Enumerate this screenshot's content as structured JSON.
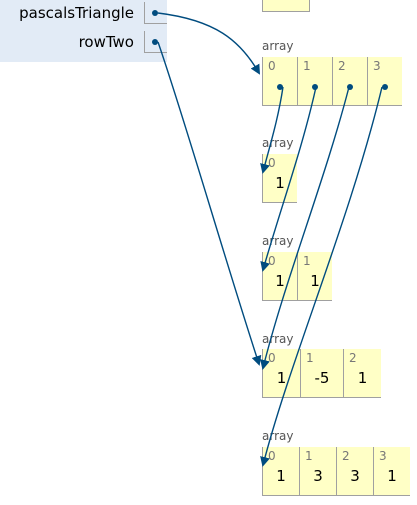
{
  "frame": {
    "variables": [
      {
        "name": "pascalsTriangle"
      },
      {
        "name": "rowTwo"
      }
    ]
  },
  "arrays": [
    {
      "caption": "array",
      "cells": [
        {
          "index": "0",
          "pointer": true
        },
        {
          "index": "1",
          "pointer": true
        },
        {
          "index": "2",
          "pointer": true
        },
        {
          "index": "3",
          "pointer": true
        }
      ]
    },
    {
      "caption": "array",
      "cells": [
        {
          "index": "0",
          "value": "1"
        }
      ]
    },
    {
      "caption": "array",
      "cells": [
        {
          "index": "0",
          "value": "1"
        },
        {
          "index": "1",
          "value": "1"
        }
      ]
    },
    {
      "caption": "array",
      "cells": [
        {
          "index": "0",
          "value": "1"
        },
        {
          "index": "1",
          "value": "-5"
        },
        {
          "index": "2",
          "value": "1"
        }
      ]
    },
    {
      "caption": "array",
      "cells": [
        {
          "index": "0",
          "value": "1"
        },
        {
          "index": "1",
          "value": "3"
        },
        {
          "index": "2",
          "value": "3"
        },
        {
          "index": "3",
          "value": "1"
        }
      ]
    }
  ],
  "colors": {
    "frame_bg": "#e2ebf6",
    "array_bg": "#ffffc6",
    "pointer": "#004c7f",
    "border": "#a0a0a0"
  }
}
